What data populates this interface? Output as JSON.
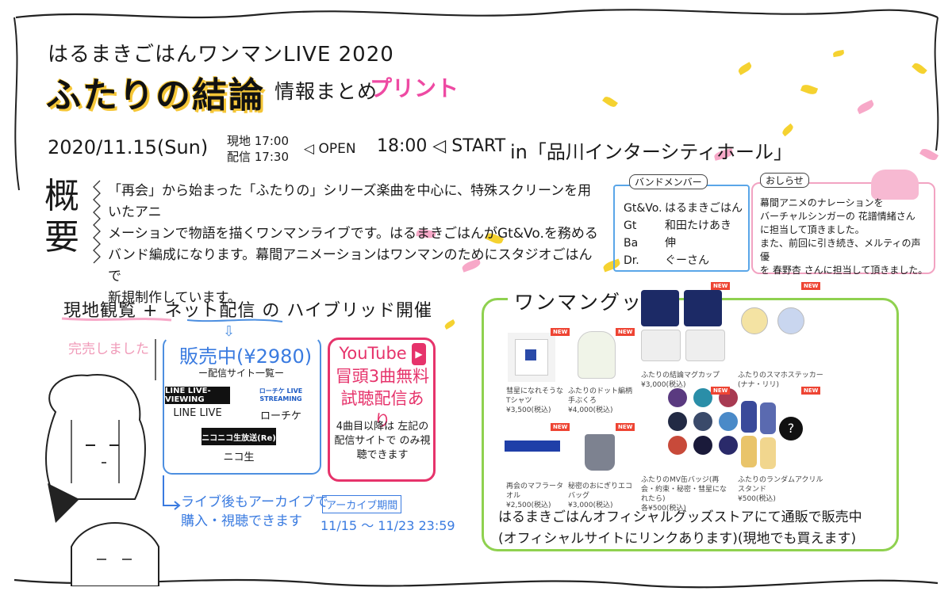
{
  "header": {
    "subtitle": "はるまきごはんワンマンLIVE 2020",
    "title": "ふたりの結論",
    "title_suffix_1": "情報まとめ",
    "title_suffix_2": "プリント"
  },
  "schedule": {
    "date": "2020/11.15(Sun)",
    "local_time": "現地 17:00",
    "stream_time": "配信 17:30",
    "open_label": "◁ OPEN",
    "start": "18:00 ◁ START",
    "venue": "in「品川インターシティホール」"
  },
  "overview": {
    "heading": "概要",
    "lines": [
      "「再会」から始まった「ふたりの」シリーズ楽曲を中心に、特殊スクリーンを用いたアニ",
      "メーションで物語を描くワンマンライブです。はるまきごはんがGt&Vo.を務める",
      "バンド編成になります。幕間アニメーションはワンマンのためにスタジオごはんで",
      "新規制作しています。"
    ]
  },
  "band": {
    "label": "バンドメンバー",
    "members": [
      {
        "part": "Gt&Vo.",
        "name": "はるまきごはん"
      },
      {
        "part": "Gt",
        "name": "和田たけあき"
      },
      {
        "part": "Ba",
        "name": "伸"
      },
      {
        "part": "Dr.",
        "name": "ぐーさん"
      }
    ]
  },
  "news": {
    "label": "おしらせ",
    "lines": [
      "幕間アニメのナレーションを",
      "バーチャルシンガーの 花譜情緒さん",
      "に担当して頂きました。",
      "また、前回に引き続き、メルティの声優",
      "を 春野杏 さんに担当して頂きました。"
    ]
  },
  "hybrid": {
    "heading": "現地観覧 + ネット配信 の ハイブリッド開催",
    "soldout": "完売しました",
    "arrow": "⇩",
    "sale_title": "販売中(¥2980)",
    "sale_sub": "ー配信サイト一覧ー",
    "services": [
      {
        "logo": "LINE LIVE-VIEWING",
        "name": "LINE LIVE"
      },
      {
        "logo": "ローチケ LIVE STREAMING",
        "name": "ローチケ"
      },
      {
        "logo": "ニコニコ生放送(Re)",
        "name": "ニコ生"
      }
    ],
    "youtube_lines": [
      "YouTube",
      "冒頭3曲無料",
      "試聴配信あり"
    ],
    "youtube_note": "4曲目以降は 左記の配信サイトで のみ視聴できます",
    "archive_lines": [
      "ライブ後もアーカイブで",
      "購入・視聴できます"
    ],
    "archive_label": "アーカイブ期間",
    "archive_range": "11/15 〜 11/23 23:59"
  },
  "goods": {
    "heading": "ワンマングッズ",
    "new_badge": "NEW",
    "products": [
      {
        "name": "ふたりの結論マグカップ",
        "price": "¥3,000(税込)"
      },
      {
        "name": "ふたりのスマホステッカー(ナナ・リリ)",
        "price": ""
      },
      {
        "name": "彗星になれそうなTシャツ",
        "price": "¥3,500(税込)"
      },
      {
        "name": "ふたりのドット編柄手ぶくろ",
        "price": "¥4,000(税込)"
      },
      {
        "name": "ふたりのMV缶バッジ(再会・約束・秘密・彗星になれたら)",
        "price": "各¥500(税込)"
      },
      {
        "name": "ふたりのランダムアクリルスタンド",
        "price": "¥500(税込)"
      },
      {
        "name": "再会のマフラータオル",
        "price": "¥2,500(税込)"
      },
      {
        "name": "秘密のおにぎりエコバッグ",
        "price": "¥3,000(税込)"
      }
    ],
    "footer_lines": [
      "はるまきごはんオフィシャルグッズストアにて通販で販売中",
      "(オフィシャルサイトにリンクあります)(現地でも買えます)"
    ]
  },
  "colors": {
    "title_highlight": "#f5c637",
    "pink": "#e6336b",
    "blue": "#3a7be0",
    "green": "#8fd14f"
  }
}
